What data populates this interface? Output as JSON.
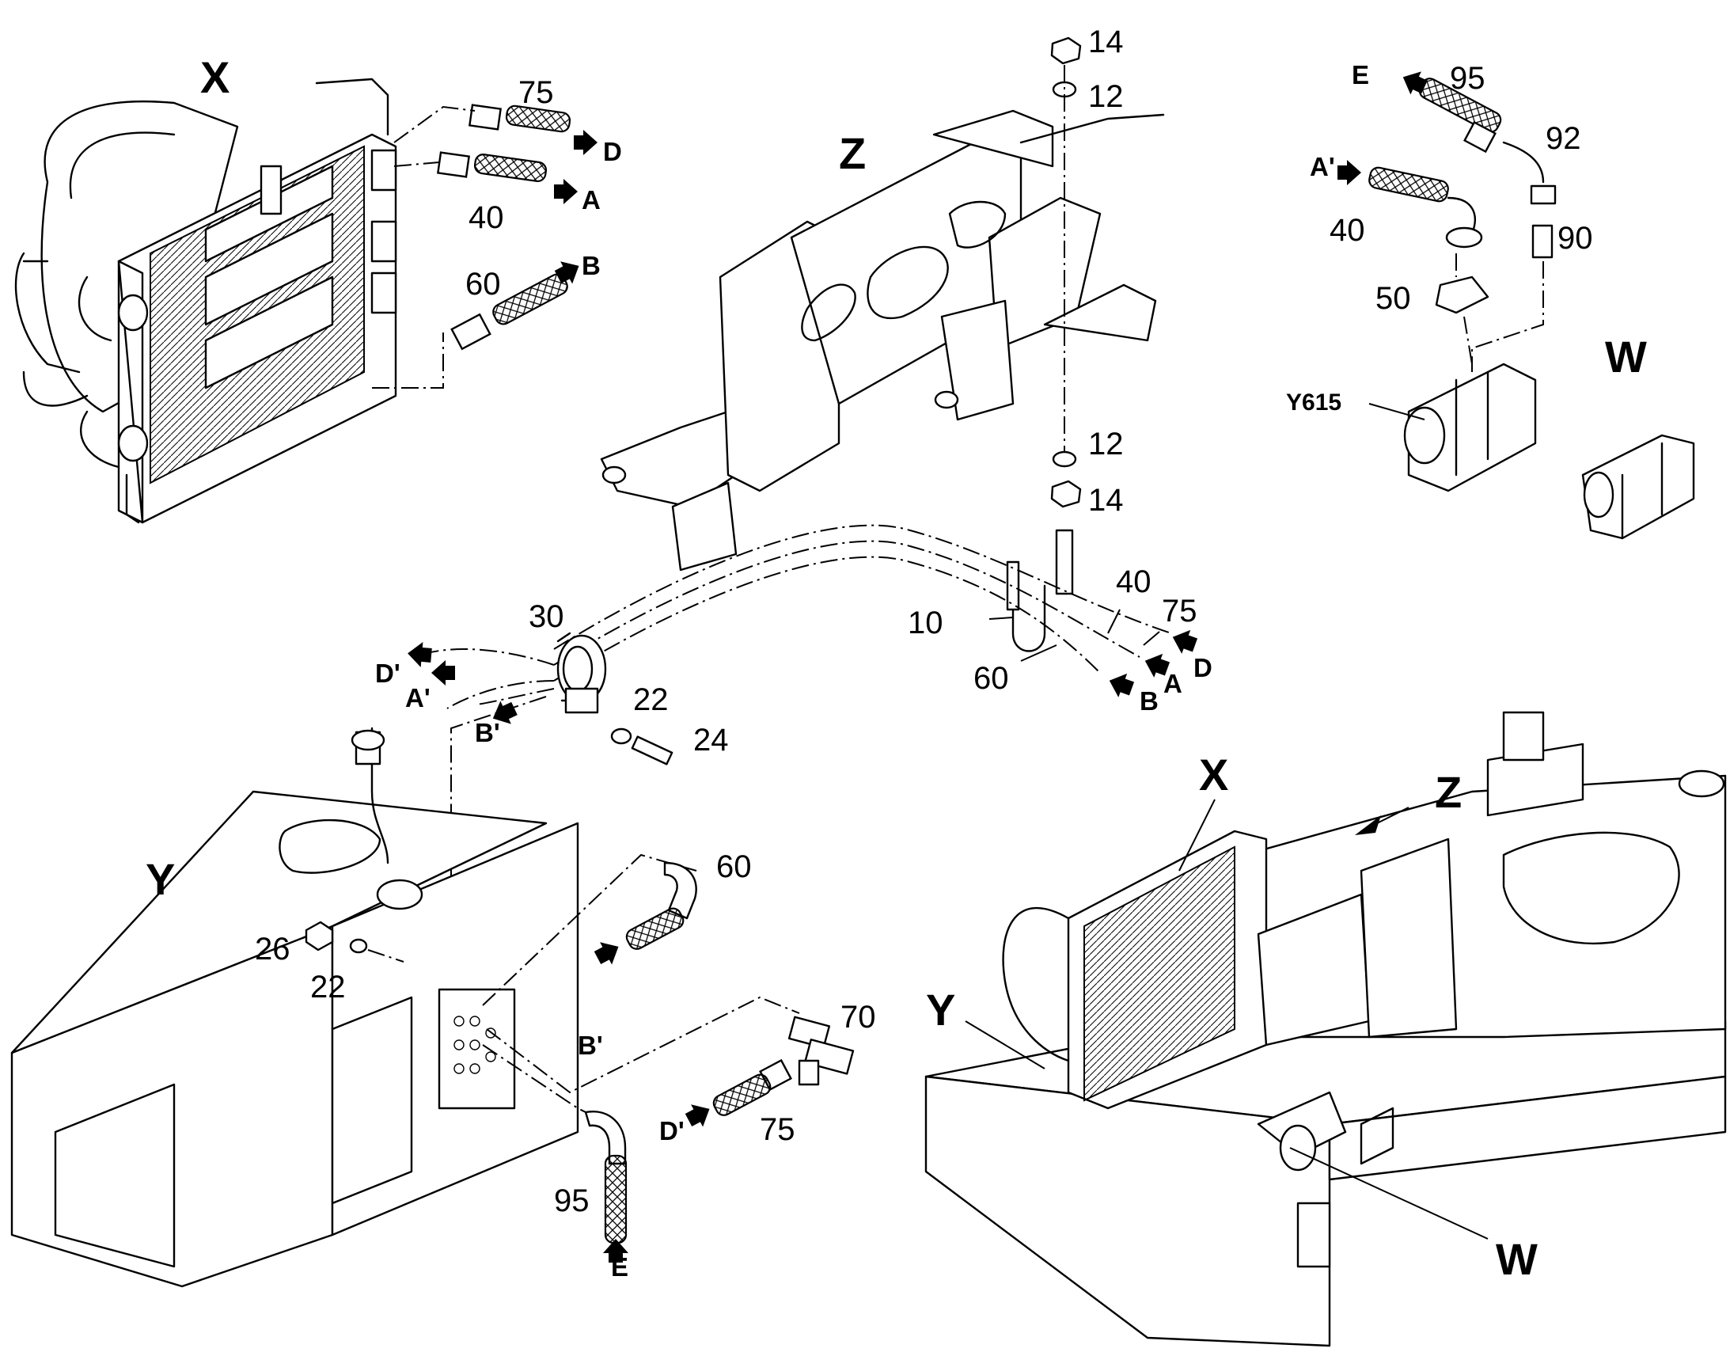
{
  "views": {
    "x": "X",
    "y": "Y",
    "z": "Z",
    "w": "W"
  },
  "callouts": {
    "c10": "10",
    "c12": "12",
    "c14": "14",
    "c22": "22",
    "c24": "24",
    "c26": "26",
    "c30": "30",
    "c40": "40",
    "c50": "50",
    "c60": "60",
    "c70": "70",
    "c75": "75",
    "c90": "90",
    "c92": "92",
    "c95": "95"
  },
  "component_code": "Y615",
  "ports": {
    "a": "A",
    "b": "B",
    "d": "D",
    "e": "E",
    "a_prime": "A'",
    "b_prime": "B'",
    "d_prime": "D'"
  },
  "icons": {
    "flow_arrow": "flow-direction-arrow-icon",
    "hose": "braided-hose-icon",
    "nut": "hex-nut-icon",
    "washer": "washer-icon"
  }
}
